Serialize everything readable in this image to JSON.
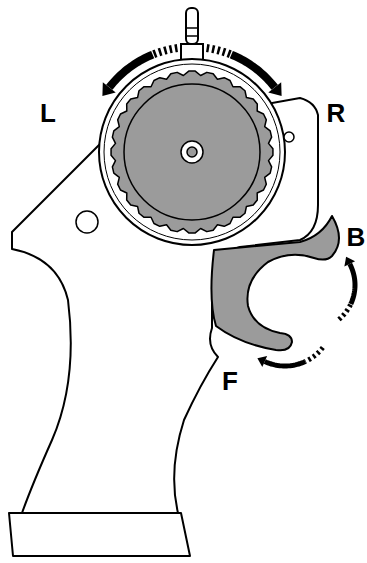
{
  "diagram": {
    "labels": [
      "L",
      "R",
      "B",
      "F"
    ]
  }
}
